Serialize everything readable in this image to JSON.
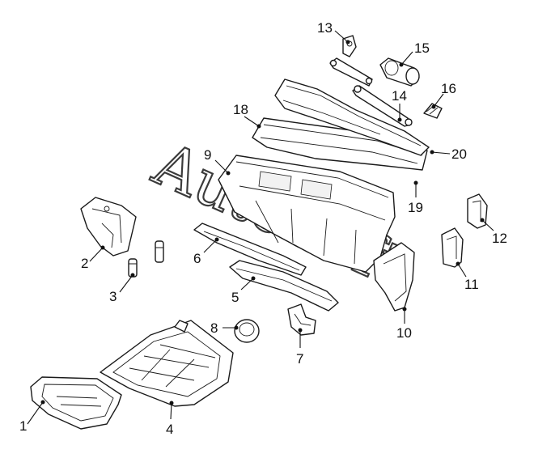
{
  "watermark": "AutoSoft",
  "callouts": [
    "1",
    "2",
    "3",
    "4",
    "5",
    "6",
    "7",
    "8",
    "9",
    "10",
    "11",
    "12",
    "13",
    "14",
    "15",
    "16",
    "18",
    "19",
    "20"
  ]
}
